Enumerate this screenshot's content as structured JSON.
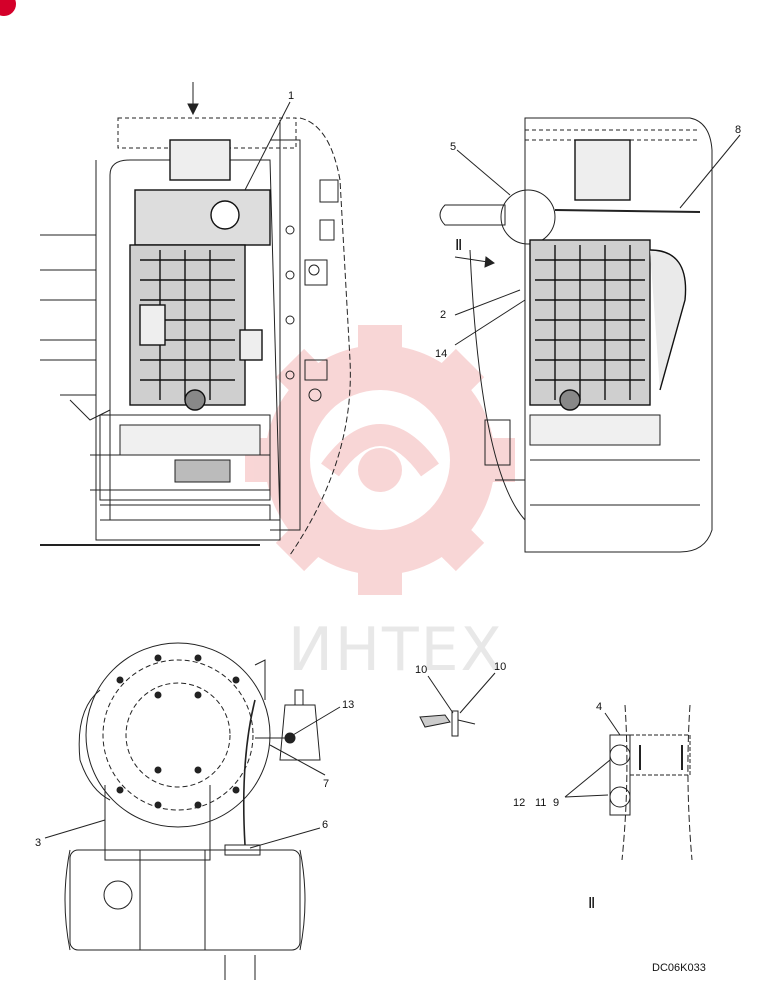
{
  "diagram": {
    "callouts": {
      "c1": "1",
      "c2": "2",
      "c3": "3",
      "c4": "4",
      "c5": "5",
      "c6": "6",
      "c7": "7",
      "c8": "8",
      "c9": "9",
      "c10a": "10",
      "c10b": "10",
      "c11": "11",
      "c12": "12",
      "c13": "13",
      "c14": "14"
    },
    "view_marker": "Ⅱ",
    "view_title": "Ⅱ",
    "drawing_code": "DC06K033",
    "watermark": "ИНТЕХ",
    "colors": {
      "line": "#222222",
      "watermark": "#f4b5b5",
      "badge": "#d4002a"
    }
  }
}
